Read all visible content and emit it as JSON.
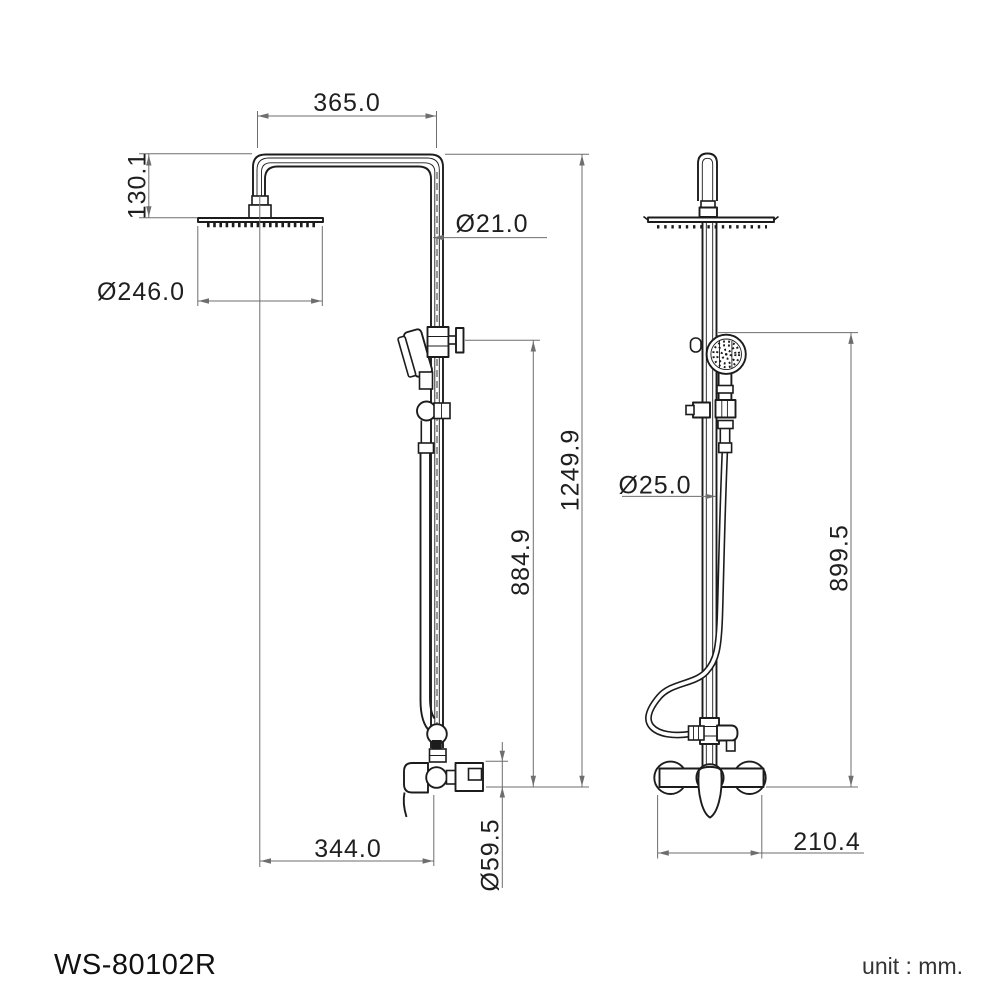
{
  "labels": {
    "model": "WS-80102R",
    "unit": "unit : mm."
  },
  "dimensions": {
    "side": {
      "arm_width": "365.0",
      "head_drop": "130.1",
      "head_diameter": "Ø246.0",
      "pipe_diameter": "Ø21.0",
      "overall_height": "1249.9",
      "hand_shower_height": "884.9",
      "outlet_diameter": "Ø59.5",
      "head_offset": "344.0"
    },
    "front": {
      "hose_diameter": "Ø25.0",
      "hand_shower_height": "899.5",
      "mixer_width": "210.4"
    }
  },
  "colors": {
    "object_line": "#1c1c1c",
    "dimension_line": "#6e6e6e",
    "background": "#ffffff"
  }
}
